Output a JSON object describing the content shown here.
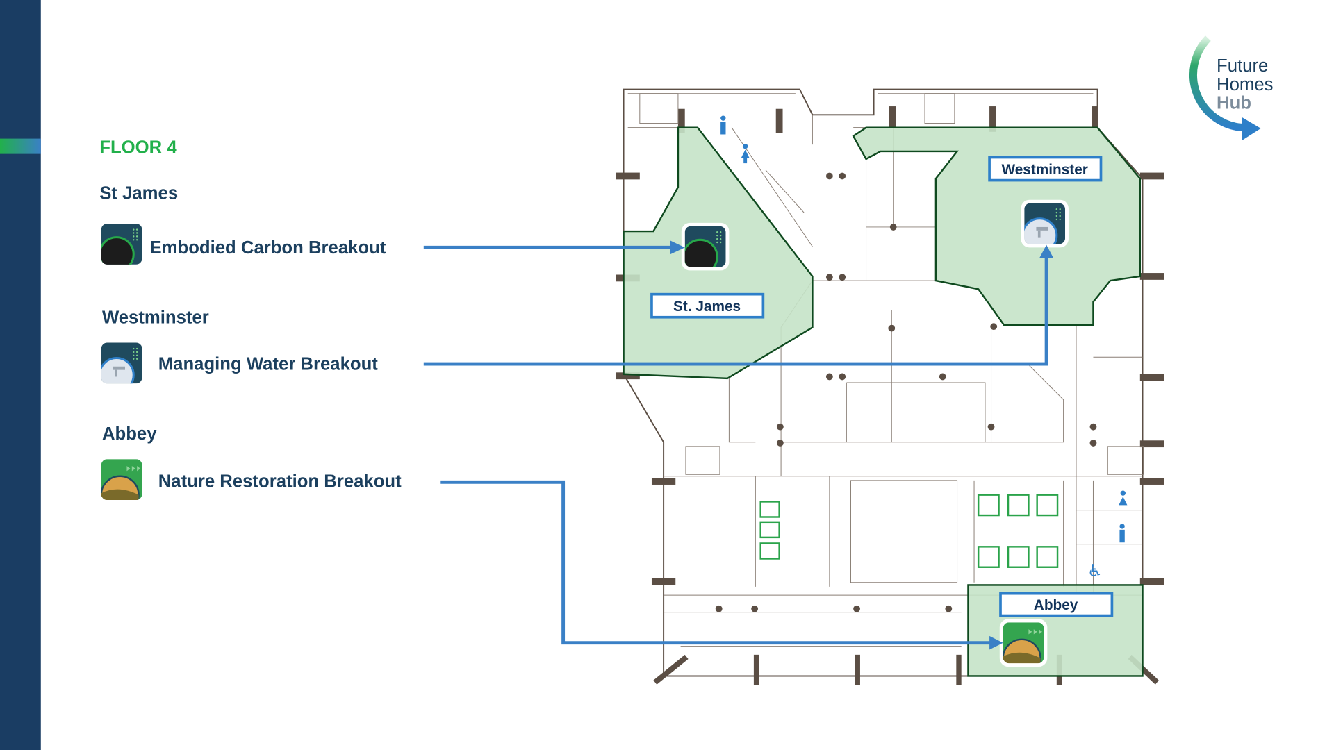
{
  "floor_label": "FLOOR 4",
  "rooms": [
    {
      "heading": "St James",
      "session": "Embodied Carbon Breakout",
      "map_label": "St. James",
      "icon": "embodied-carbon-icon"
    },
    {
      "heading": "Westminster",
      "session": "Managing Water Breakout",
      "map_label": "Westminster",
      "icon": "managing-water-icon"
    },
    {
      "heading": "Abbey",
      "session": "Nature Restoration Breakout",
      "map_label": "Abbey",
      "icon": "nature-restoration-icon"
    }
  ],
  "logo": {
    "line1": "Future",
    "line2": "Homes",
    "line3": "Hub"
  },
  "colors": {
    "sidebar": "#1a3d63",
    "accent_green": "#22b04b",
    "text_dark": "#1b3f5e",
    "arrow_blue": "#3a80c6",
    "zone_fill": "#c5e3c8",
    "zone_stroke": "#0f4a1f"
  }
}
